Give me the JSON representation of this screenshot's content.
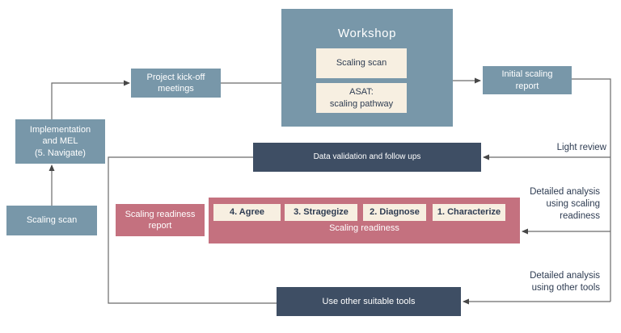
{
  "colors": {
    "steel": "#7897a9",
    "cream": "#f7efe1",
    "navy": "#3e4e64",
    "pink": "#c4717f",
    "line": "#6b6b6b",
    "arrow": "#474747",
    "ink": "#2e3c52"
  },
  "nodes": {
    "scaling_scan_left": "Scaling scan",
    "implementation": "Implementation\nand MEL\n(5. Navigate)",
    "kickoff": "Project kick-off\nmeetings",
    "workshop_title": "Workshop",
    "workshop_scan": "Scaling scan",
    "workshop_asat": "ASAT:\nscaling pathway",
    "initial_report": "Initial scaling\nreport",
    "data_validation": "Data validation and follow ups",
    "readiness_report": "Scaling readiness\nreport",
    "readiness_steps": [
      "4. Agree",
      "3. Stragegize",
      "2. Diagnose",
      "1. Characterize"
    ],
    "readiness_label": "Scaling readiness",
    "use_tools": "Use other suitable tools"
  },
  "annotations": {
    "light_review": "Light review",
    "detailed_scaling": "Detailed analysis\nusing scaling\nreadiness",
    "detailed_other": "Detailed analysis\nusing other tools"
  }
}
